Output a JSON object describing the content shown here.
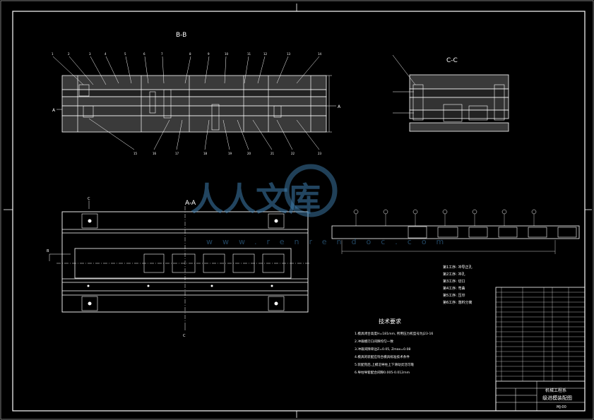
{
  "section_bb": {
    "label": "B-B"
  },
  "section_cc": {
    "label": "C-C"
  },
  "section_aa": {
    "label": "A-A"
  },
  "markers": {
    "a_left": "A",
    "a_right": "A",
    "c_top": "C",
    "c_bottom": "C",
    "b_left": "B"
  },
  "process_notes": [
    "第1工序: 冲导正孔",
    "第2工序: 冲孔",
    "第3工序: 切口",
    "第4工序: 弯曲",
    "第5工序: 压印",
    "第6工序: 落料分离"
  ],
  "tech_requirements": {
    "title": "技术要求",
    "items": [
      "1.模具闭合高度H=181mm, 所用压力机型号为J23-16",
      "2.冲裁模刃口间隙均匀一致",
      "3.冲裁间隙单边Z=0.05, Zmax=0.08",
      "4.模具的装配应符合模具标准技术条件",
      "5.装配完后,上模沿导柱上下滑动灵活可靠",
      "6.导柱导套配合间隙0.005-0.012mm"
    ]
  },
  "title_block": {
    "drawing_name": "级进模装配图",
    "school": "机械工程系",
    "code": "MJ-00"
  },
  "watermark": {
    "brand": "人人文库",
    "url": "www.renrendoc.com"
  }
}
